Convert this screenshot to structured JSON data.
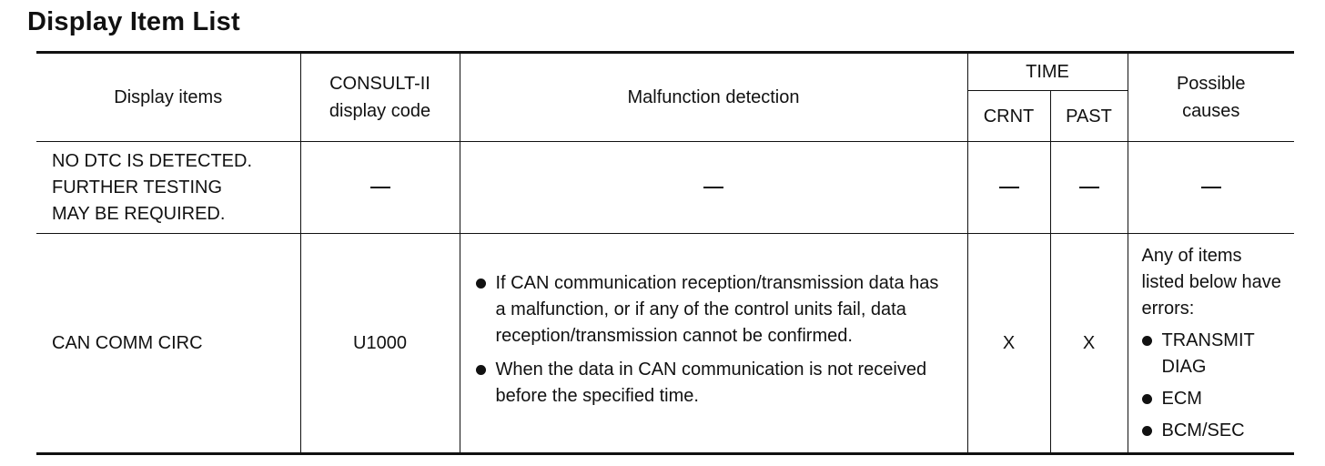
{
  "title": "Display Item List",
  "headers": {
    "display_items": "Display items",
    "consult_code": "CONSULT-II\ndisplay code",
    "malfunction": "Malfunction detection",
    "time": "TIME",
    "crnt": "CRNT",
    "past": "PAST",
    "causes": "Possible\ncauses"
  },
  "rows": [
    {
      "display_item": "NO DTC IS DETECTED.\nFURTHER TESTING\nMAY BE REQUIRED.",
      "code": "—",
      "malfunction": "—",
      "crnt": "—",
      "past": "—",
      "causes": "—"
    },
    {
      "display_item": "CAN COMM CIRC",
      "code": "U1000",
      "malfunction": [
        "If CAN communication reception/transmission data has a malfunction, or if any of the control units fail, data reception/transmission cannot be confirmed.",
        "When the data in CAN communication is not received before the specified time."
      ],
      "crnt": "X",
      "past": "X",
      "causes_intro": "Any of items listed below have errors:",
      "causes": [
        "TRANSMIT DIAG",
        "ECM",
        "BCM/SEC"
      ]
    }
  ]
}
